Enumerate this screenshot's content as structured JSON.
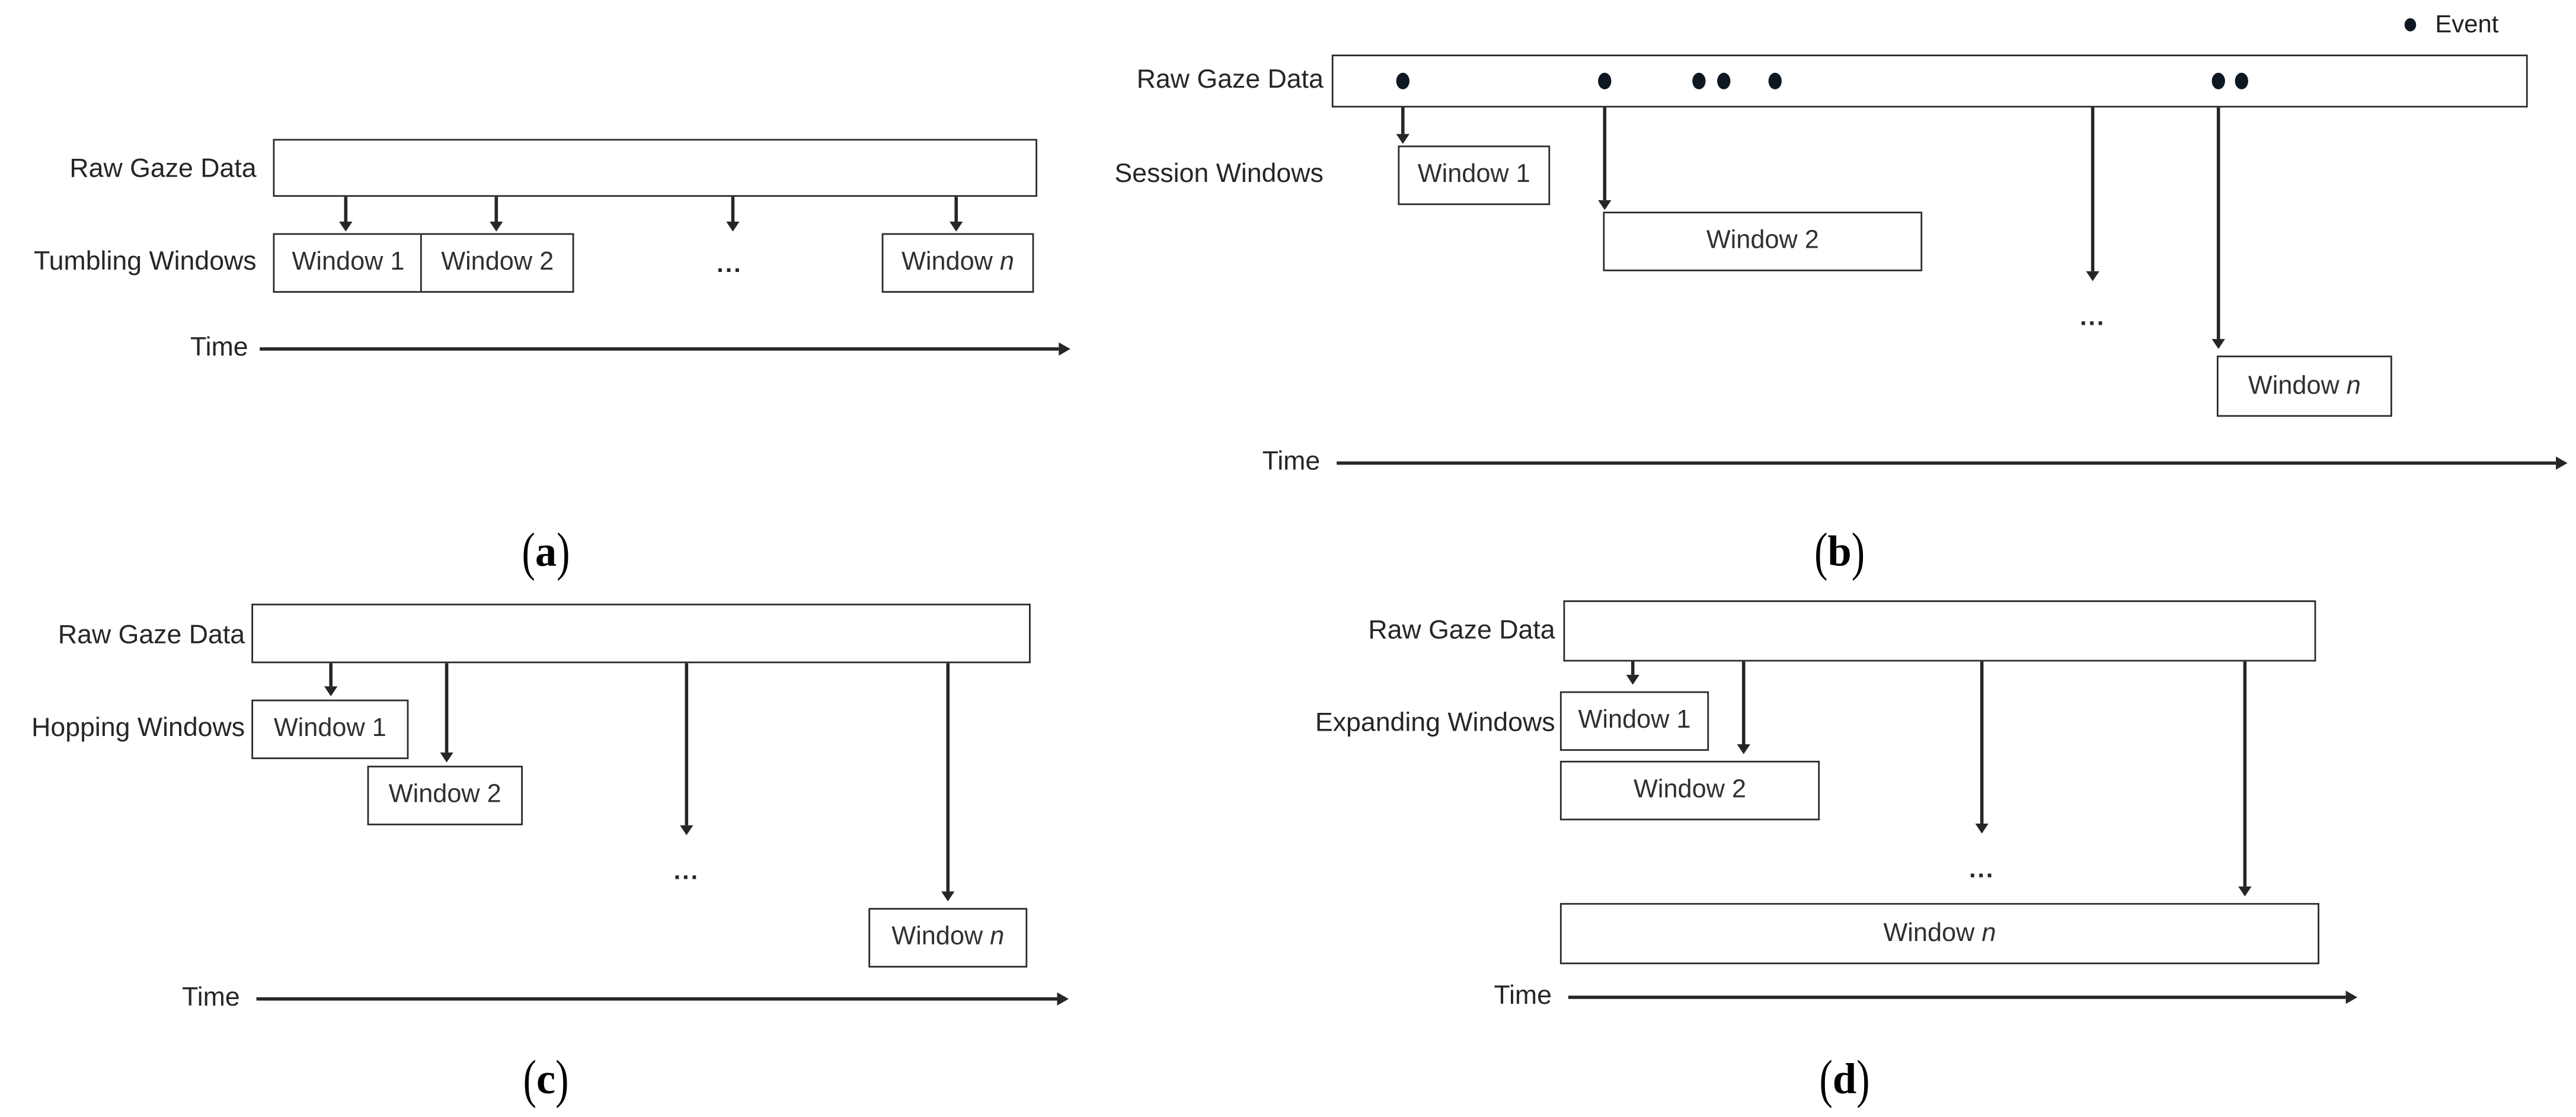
{
  "figure": {
    "legend": {
      "event_label": "Event"
    },
    "glyphs": {
      "paren_open": "(",
      "paren_close": ")"
    },
    "colors": {
      "line": "#262626",
      "box_border": "#2b2b2b",
      "text": "#2b2b2b",
      "event_dot": "#0d1822",
      "background": "#ffffff"
    },
    "panels": [
      {
        "id": "a",
        "letter": "a",
        "source_label": "Raw Gaze Data",
        "type_label": "Tumbling Windows",
        "time_label": "Time",
        "window1": "Window 1",
        "window2": "Window 2",
        "ellipsis": "...",
        "window_n_prefix": "Window ",
        "window_n_variable": "n"
      },
      {
        "id": "b",
        "letter": "b",
        "source_label": "Raw Gaze Data",
        "type_label": "Session Windows",
        "time_label": "Time",
        "window1": "Window 1",
        "window2": "Window 2",
        "ellipsis": "...",
        "window_n_prefix": "Window ",
        "window_n_variable": "n"
      },
      {
        "id": "c",
        "letter": "c",
        "source_label": "Raw Gaze Data",
        "type_label": "Hopping Windows",
        "time_label": "Time",
        "window1": "Window 1",
        "window2": "Window 2",
        "ellipsis": "...",
        "window_n_prefix": "Window ",
        "window_n_variable": "n"
      },
      {
        "id": "d",
        "letter": "d",
        "source_label": "Raw Gaze Data",
        "type_label": "Expanding Windows",
        "time_label": "Time",
        "window1": "Window 1",
        "window2": "Window 2",
        "ellipsis": "...",
        "window_n_prefix": "Window ",
        "window_n_variable": "n"
      }
    ]
  }
}
